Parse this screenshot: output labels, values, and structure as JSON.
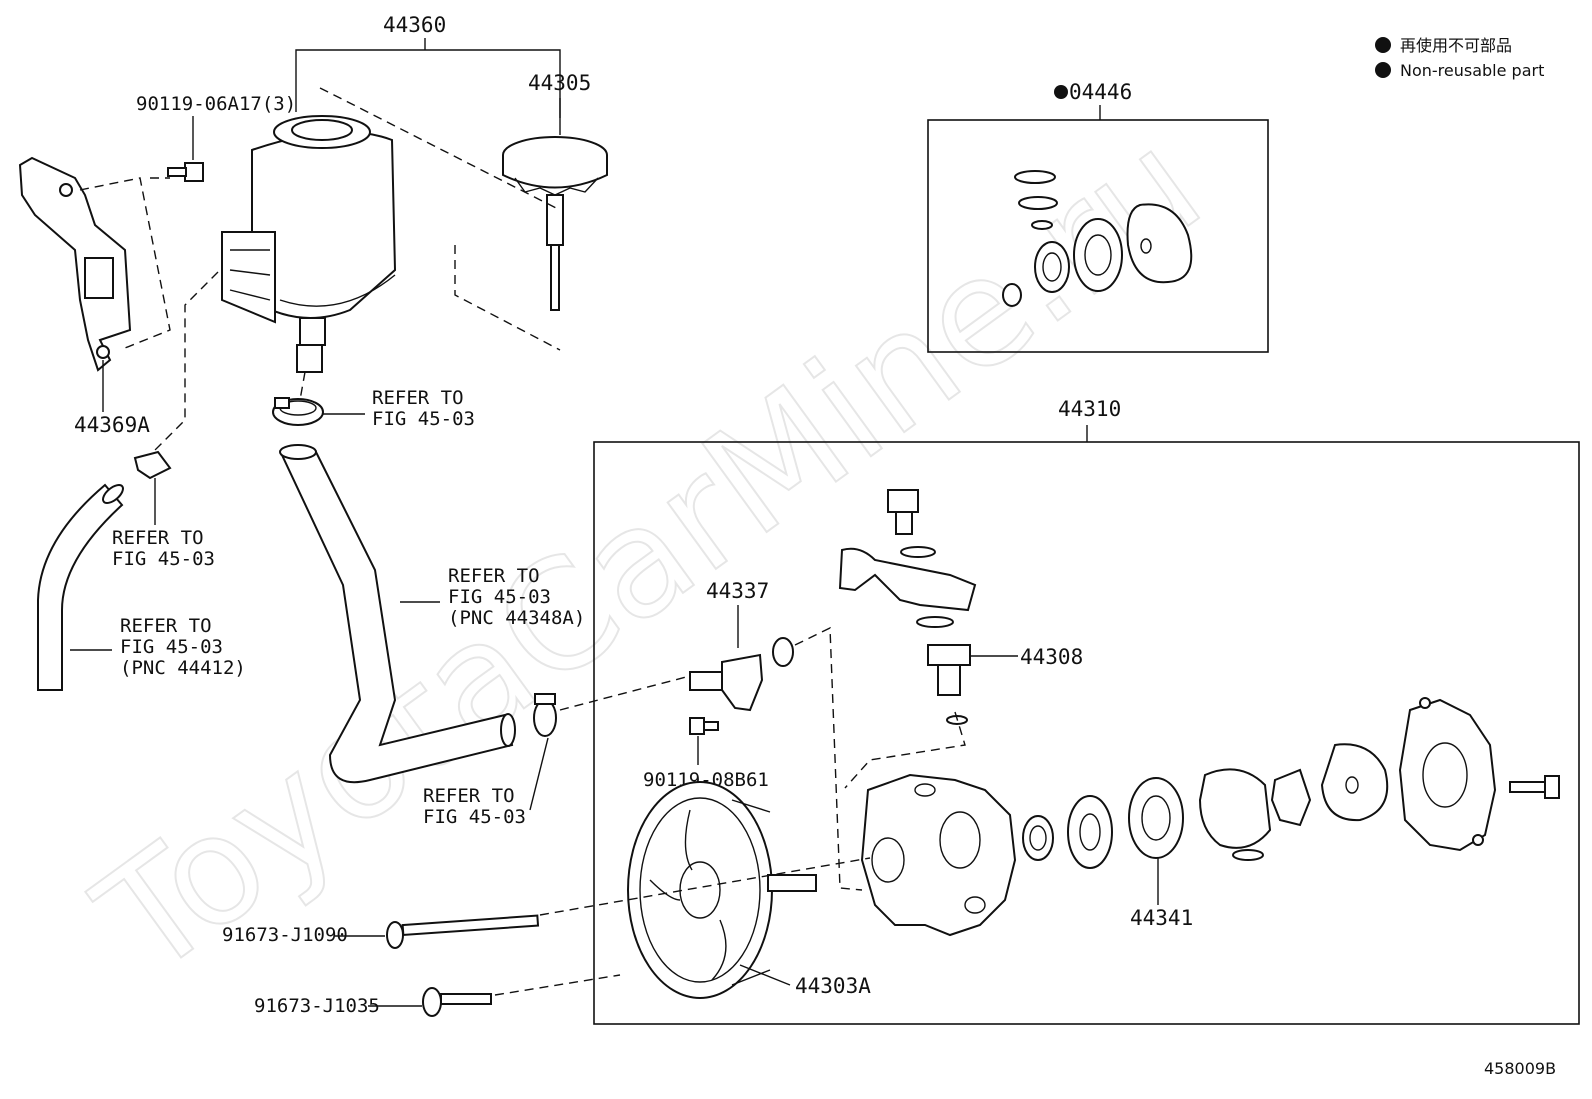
{
  "legend": {
    "line_jp": "再使用不可部品",
    "line_en": "Non-reusable part"
  },
  "watermark": "ToyotaCarMine.ru",
  "figure_code": "458009B",
  "parts": {
    "reservoir_assy": "44360",
    "cap": "44305",
    "bolt_top": "90119-06A17(3)",
    "bracket": "44369A",
    "gasket_kit": "04446",
    "pump_assy": "44310",
    "union": "44337",
    "flow_valve": "44308",
    "bolt_union": "90119-08B61",
    "cam_ring": "44341",
    "pulley": "44303A",
    "bolt_long": "91673-J1090",
    "bolt_short": "91673-J1035"
  },
  "refer": {
    "clamp_top": [
      "REFER TO",
      "FIG 45-03"
    ],
    "clip_left": [
      "REFER TO",
      "FIG 45-03"
    ],
    "hose_left": [
      "REFER TO",
      "FIG 45-03",
      "(PNC 44412)"
    ],
    "hose_mid": [
      "REFER TO",
      "FIG 45-03",
      "(PNC 44348A)"
    ],
    "clamp_bottom": [
      "REFER TO",
      "FIG 45-03"
    ]
  }
}
